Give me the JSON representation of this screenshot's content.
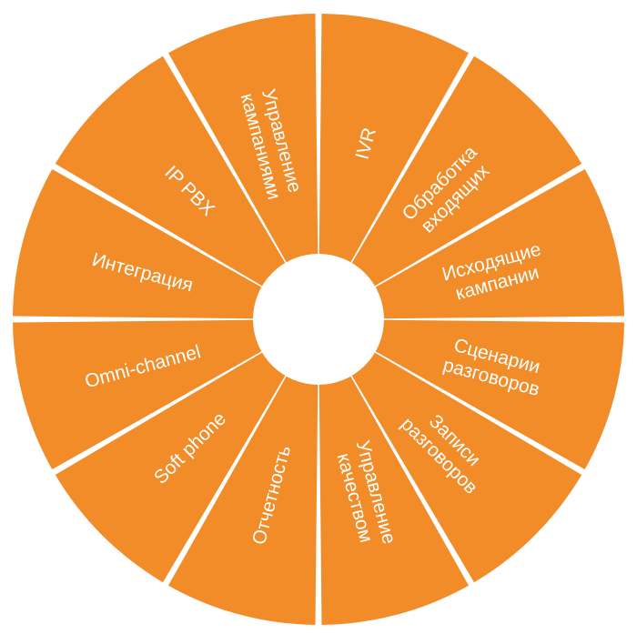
{
  "wheel": {
    "fill_color": "#F28C28",
    "gap_color": "#FFFFFF",
    "segments": [
      {
        "lines": [
          "IVR"
        ]
      },
      {
        "lines": [
          "Обработка",
          "входящих"
        ]
      },
      {
        "lines": [
          "Исходящие",
          "кампании"
        ]
      },
      {
        "lines": [
          "Сценарии",
          "разговоров"
        ]
      },
      {
        "lines": [
          "Записи",
          "разговоров"
        ]
      },
      {
        "lines": [
          "Управление",
          "качеством"
        ]
      },
      {
        "lines": [
          "Отчетность"
        ]
      },
      {
        "lines": [
          "Soft phone"
        ]
      },
      {
        "lines": [
          "Omni-channel"
        ]
      },
      {
        "lines": [
          "Интеграция"
        ]
      },
      {
        "lines": [
          "IP PBX"
        ]
      },
      {
        "lines": [
          "Управление",
          "кампаниями"
        ]
      }
    ]
  }
}
